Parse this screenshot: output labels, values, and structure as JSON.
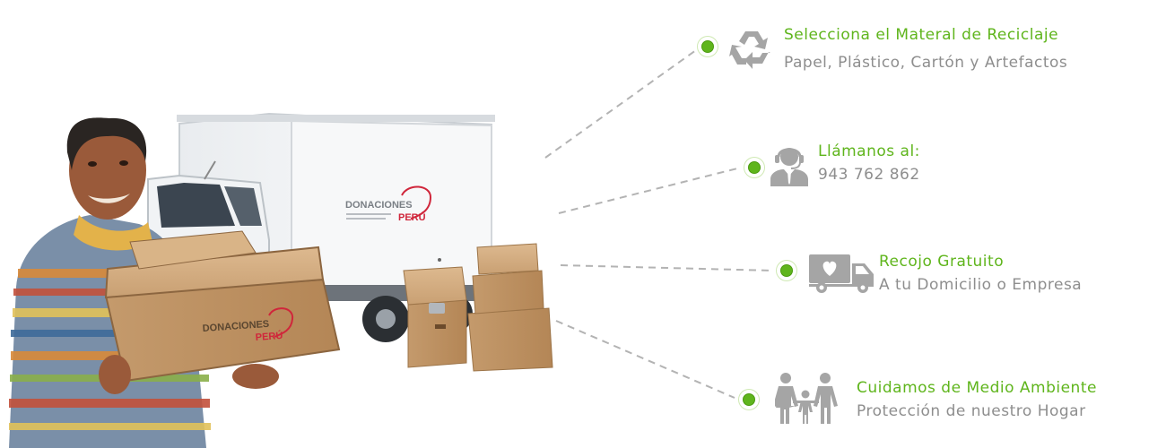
{
  "hero": {
    "truck_logo": {
      "line1": "DONACIONES",
      "line2": "PERÚ"
    },
    "box_logo": {
      "line1": "DONACIONES",
      "line2": "PERÚ"
    }
  },
  "features": [
    {
      "icon": "recycle-icon",
      "title": "Selecciona el Materal de Reciclaje",
      "subtitle": "Papel, Plástico, Cartón y Artefactos"
    },
    {
      "icon": "operator-icon",
      "title": "Llámanos al:",
      "subtitle": "943 762 862"
    },
    {
      "icon": "delivery-truck-icon",
      "title": "Recojo Gratuito",
      "subtitle": "A tu Domicilio o Empresa"
    },
    {
      "icon": "family-icon",
      "title": "Cuidamos de Medio Ambiente",
      "subtitle": "Protección de nuestro Hogar"
    }
  ],
  "colors": {
    "accent": "#5fb51c",
    "muted": "#8e8e8e",
    "connector": "#b3b3b3"
  }
}
